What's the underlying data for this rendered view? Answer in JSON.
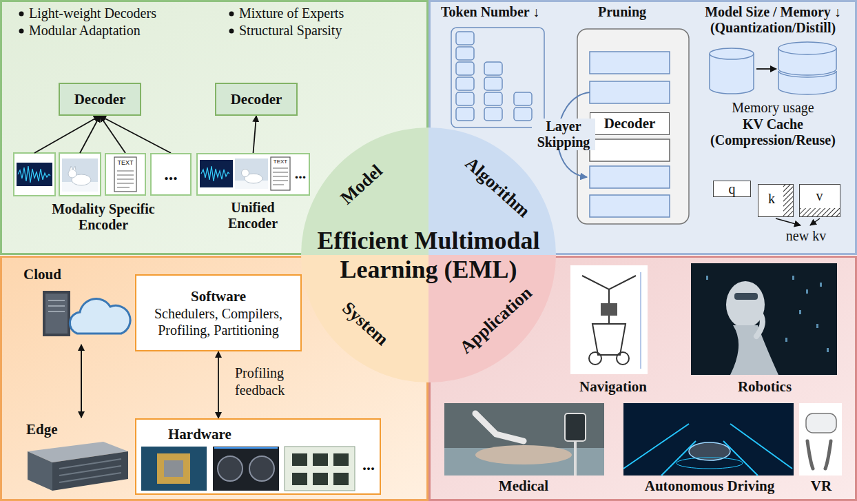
{
  "diagram": {
    "nodes": [
      {
        "text": [
          "Decoder"
        ]
      },
      {
        "text": [
          "Decoder"
        ]
      },
      {
        "text": [
          "TEXT"
        ]
      },
      {
        "text": [
          "..."
        ]
      },
      {
        "text": [
          "TEXT",
          "...",
          "Unified Encoder"
        ]
      },
      {
        "text": [
          "Decoder"
        ]
      },
      {
        "text": [
          "q"
        ]
      },
      {
        "text": [
          "k"
        ]
      },
      {
        "text": [
          "v"
        ]
      },
      {
        "text": [
          "Model",
          "Algorithm",
          "Efficient Multimodal Learning (EML)",
          "System",
          "Application"
        ]
      },
      {
        "text": [
          "Software",
          "Schedulers, Compilers, Profiling, Partitioning"
        ]
      },
      {
        "text": [
          "Hardware",
          "..."
        ]
      }
    ],
    "edges": [
      {
        "from": 2,
        "to": 0,
        "arrow": "to"
      },
      {
        "from": 3,
        "to": 0,
        "arrow": "to"
      },
      {
        "from": 4,
        "to": 1,
        "arrow": "to"
      },
      {
        "from": 10,
        "to": 11,
        "label": "Profiling feedback",
        "arrow": "both"
      }
    ],
    "labels": [
      "Light-weight Decoders",
      "Mixture of Experts",
      "Modular Adaptation",
      "Structural Sparsity",
      "Modality Specific Encoder",
      "Token Number ↓",
      "Pruning",
      "Model Size / Memory ↓ (Quantization/Distill)",
      "Layer Skipping",
      "Memory usage",
      "KV Cache (Compression/Reuse)",
      "new kv",
      "Cloud",
      "Edge",
      "Navigation",
      "Robotics",
      "Medical",
      "Autonomous Driving",
      "VR"
    ]
  }
}
